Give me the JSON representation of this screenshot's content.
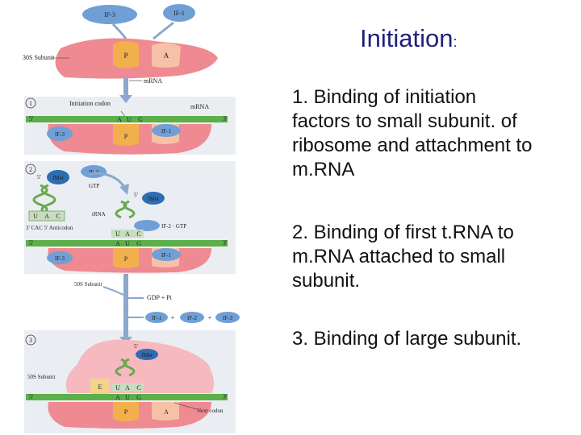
{
  "slide": {
    "title": "Initiation",
    "title_suffix": ":",
    "steps": [
      "1. Binding of initiation factors to small subunit. of ribosome and attachment to m.RNA",
      " 2. Binding of first t.RNA to  m.RNA attached to small subunit.",
      " 3. Binding of large subunit."
    ]
  },
  "diagram": {
    "labels": {
      "if3": "IF-3",
      "if1": "IF-1",
      "if2": "IF-2",
      "p_site": "P",
      "a_site": "A",
      "e_site": "E",
      "subunit30s": "30S Subunit",
      "subunit50s": "50S Subunit",
      "mrna": "mRNA",
      "mrna_top": "mRNA",
      "step1": "1",
      "step2": "2",
      "step3": "3",
      "initiation_codon": "Initiation codon",
      "end5": "5'",
      "end3": "3'",
      "codon": [
        "A",
        "U",
        "G"
      ],
      "anticodon": [
        "U",
        "A",
        "C"
      ],
      "fmet": "fMet",
      "gtp": "GTP",
      "trna": "tRNA",
      "if2_gtp": "IF-2 · GTP",
      "cac_anticodon": "3' CAC 5' Anticodon",
      "trna_bases": [
        "U",
        "A",
        "C"
      ],
      "gdp_pi": "GDP + Pi",
      "release": [
        "IF-1",
        "+",
        "IF-2",
        "+",
        "IF-3"
      ],
      "next_codon": "Next codon"
    }
  }
}
